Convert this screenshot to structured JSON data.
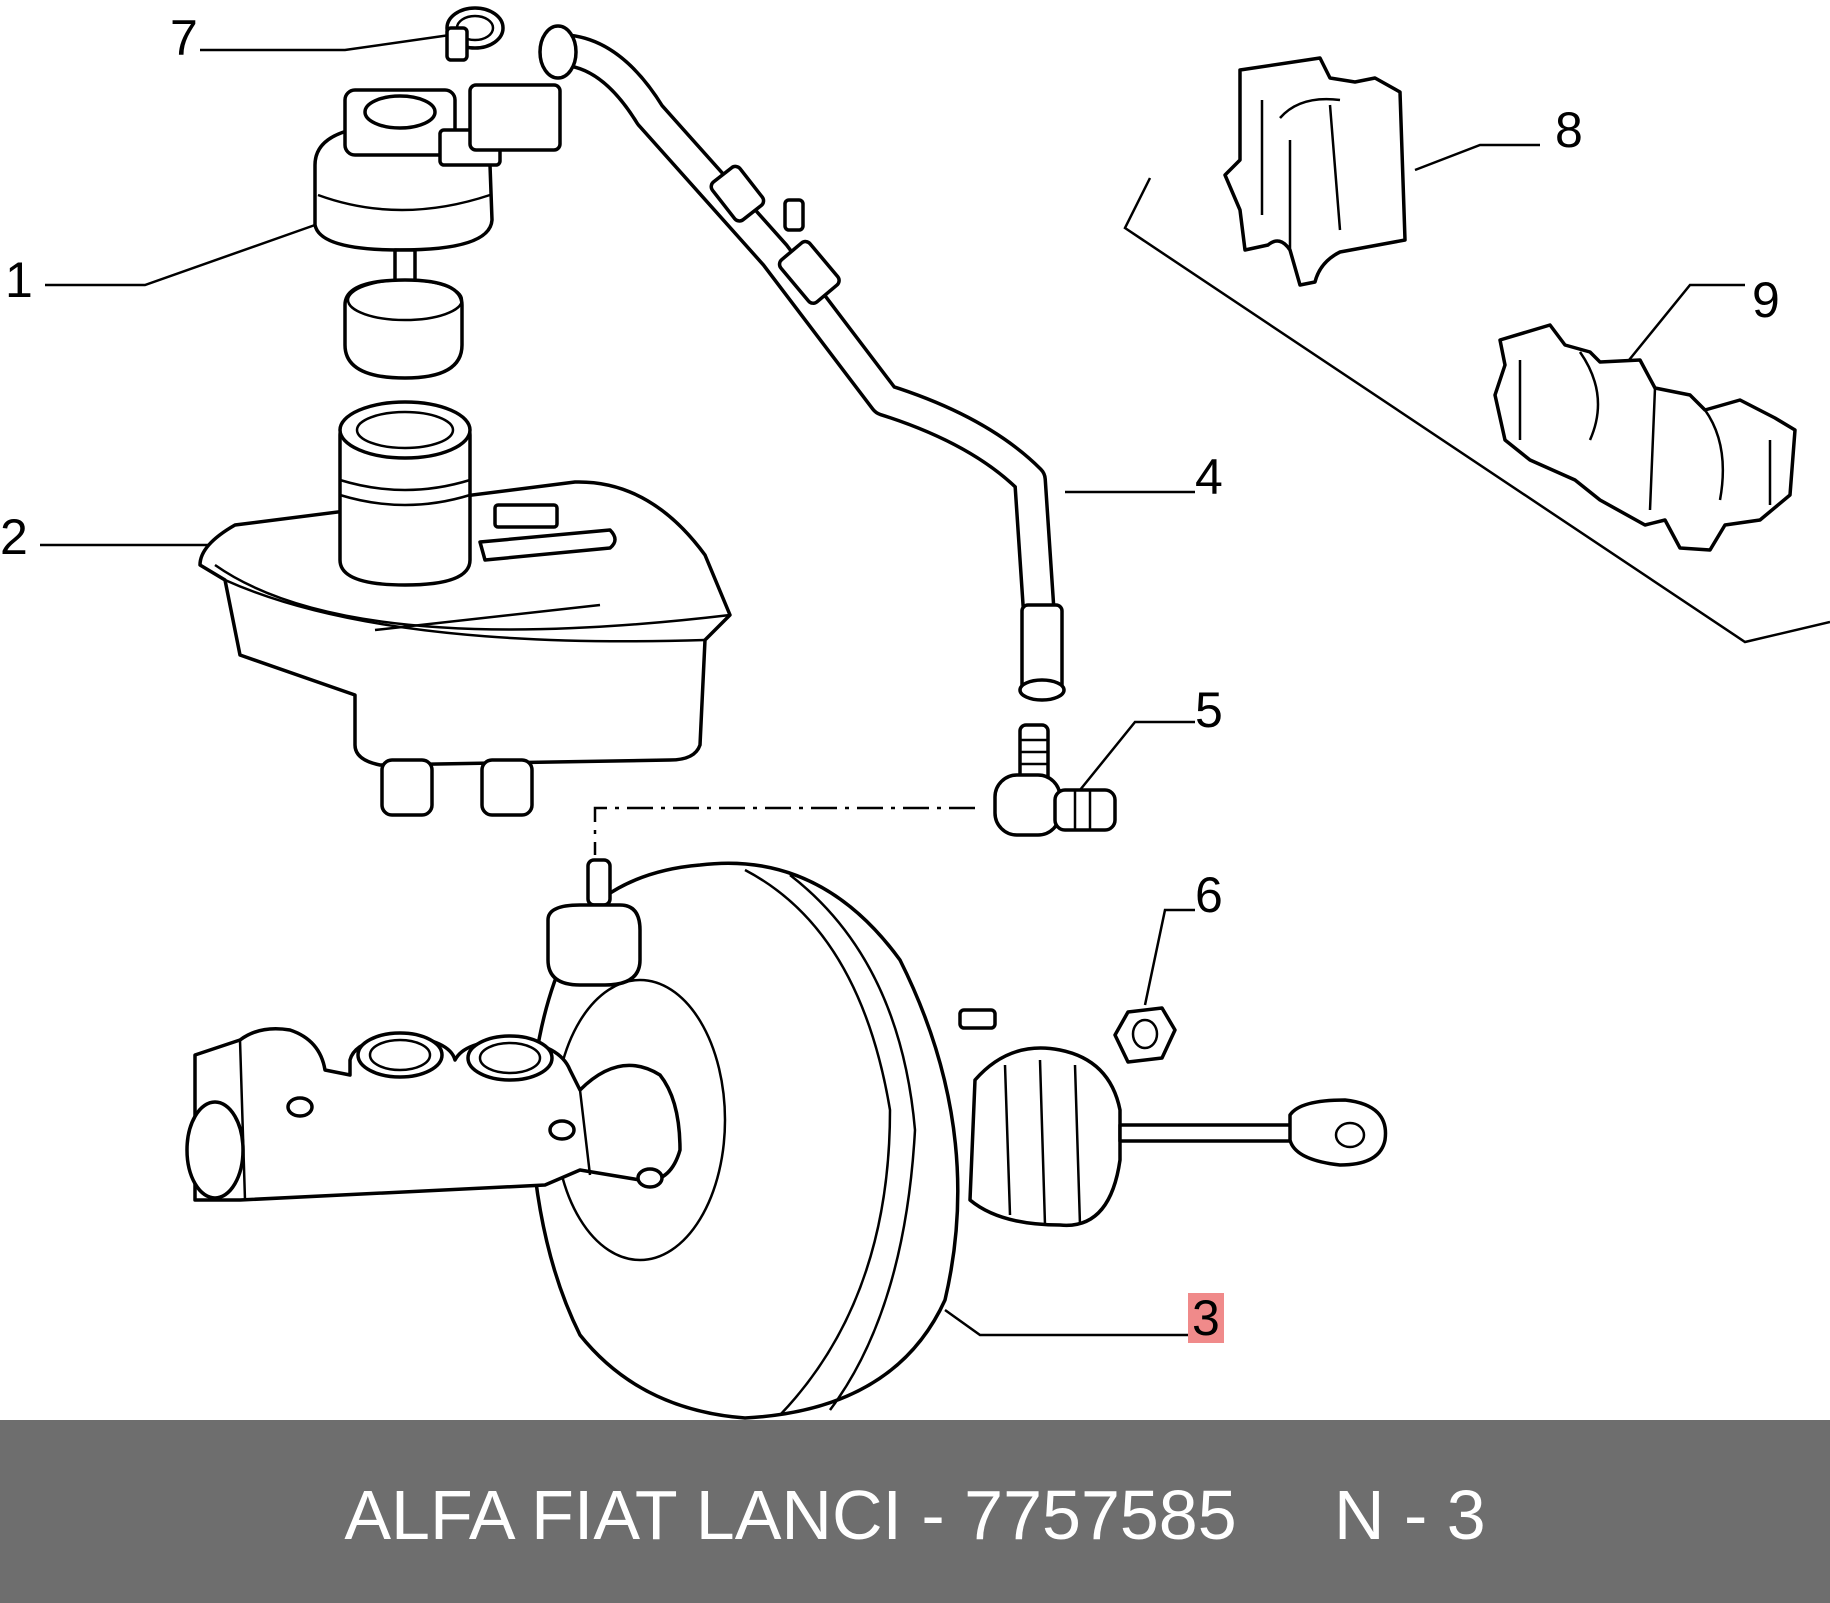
{
  "callouts": {
    "c1": "1",
    "c2": "2",
    "c3": "3",
    "c4": "4",
    "c5": "5",
    "c6": "6",
    "c7": "7",
    "c8": "8",
    "c9": "9"
  },
  "footer": {
    "part_text": "ALFA FIAT LANCI - 7757585",
    "sheet_text": "N - 3"
  },
  "colors": {
    "footer_bg": "#6e6e6e",
    "highlight": "#f08a8a"
  }
}
